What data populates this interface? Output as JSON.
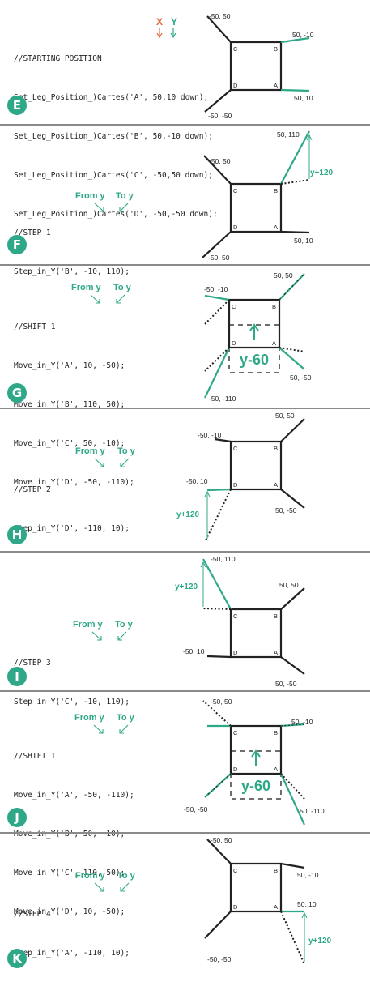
{
  "colors": {
    "accent": "#2fa889",
    "x_marker": "#e8663b",
    "ink": "#222222",
    "divider": "#8a8a8a"
  },
  "panels": {
    "E": {
      "badge": "E",
      "code": [
        "//STARTING POSITION",
        "Set_Leg_Position_)Cartes('A', 50,10 down);",
        "Set_Leg_Position_)Cartes('B', 50,-10 down);",
        "Set_Leg_Position_)Cartes('C', -50,50 down);",
        "Set_Leg_Position_)Cartes('D', -50,-50 down);"
      ],
      "x_label": "X",
      "y_label": "Y",
      "labels": {
        "c": "-50, 50",
        "b": "50, -10",
        "a": "50, 10",
        "d": "-50, -50"
      },
      "corners": {
        "c": "C",
        "b": "B",
        "a": "A",
        "d": "D"
      }
    },
    "F": {
      "badge": "F",
      "code": [
        "//STEP 1",
        "Step_in_Y('B', -10, 110);"
      ],
      "from": "From y",
      "to": "To y",
      "labels": {
        "top": "50, 110",
        "c": "-50, 50",
        "a": "50, 10",
        "d": "-50, 50",
        "delta": "y+120"
      },
      "corners": {
        "c": "C",
        "b": "B",
        "a": "A",
        "d": "D"
      }
    },
    "G": {
      "badge": "G",
      "code": [
        "//SHIFT 1",
        "Move_in_Y('A', 10, -50);",
        "Move_in_Y('B', 110, 50);",
        "Move_in_Y('C', 50, -10);",
        "Move_in_Y('D', -50, -110);"
      ],
      "from": "From y",
      "to": "To y",
      "labels": {
        "b": "50, 50",
        "c": "-50, -10",
        "a": "50, -50",
        "d": "-50, -110",
        "delta": "y-60"
      },
      "corners": {
        "c": "C",
        "b": "B",
        "a": "A",
        "d": "D"
      }
    },
    "H": {
      "badge": "H",
      "code": [
        "//STEP 2",
        "Step_in_Y('D', -110, 10);"
      ],
      "from": "From y",
      "to": "To y",
      "labels": {
        "b": "50, 50",
        "c": "-50, -10",
        "d": "-50, 10",
        "a": "50, -50",
        "delta": "y+120"
      },
      "corners": {
        "c": "C",
        "b": "B",
        "a": "A",
        "d": "D"
      }
    },
    "I": {
      "badge": "I",
      "code": [
        "//STEP 3",
        "Step_in_Y('C', -10, 110);"
      ],
      "from": "From y",
      "to": "To y",
      "labels": {
        "c": "-50, 110",
        "b": "50, 50",
        "d": "-50, 10",
        "a": "50, -50",
        "delta": "y+120"
      },
      "corners": {
        "c": "C",
        "b": "B",
        "a": "A",
        "d": "D"
      }
    },
    "J": {
      "badge": "J",
      "code": [
        "//SHIFT 1",
        "Move_in_Y('A', -50, -110);",
        "Move_in_Y('B', 50, -10);",
        "Move_in_Y('C', 110, 50);",
        "Move_in_Y('D', 10, -50);"
      ],
      "from": "From y",
      "to": "To y",
      "labels": {
        "c": "-50, 50",
        "b": "50, -10",
        "d": "-50, -50",
        "a": "50, -110",
        "delta": "y-60"
      },
      "corners": {
        "c": "C",
        "b": "B",
        "a": "A",
        "d": "D"
      }
    },
    "K": {
      "badge": "K",
      "code": [
        "//STEP 4",
        "Step_in_Y('A', -110, 10);"
      ],
      "from": "From y",
      "to": "To y",
      "labels": {
        "c": "-50, 50",
        "b": "50, -10",
        "a": "50, 10",
        "d": "-50, -50",
        "delta": "y+120"
      },
      "corners": {
        "c": "C",
        "b": "B",
        "a": "A",
        "d": "D"
      }
    }
  }
}
